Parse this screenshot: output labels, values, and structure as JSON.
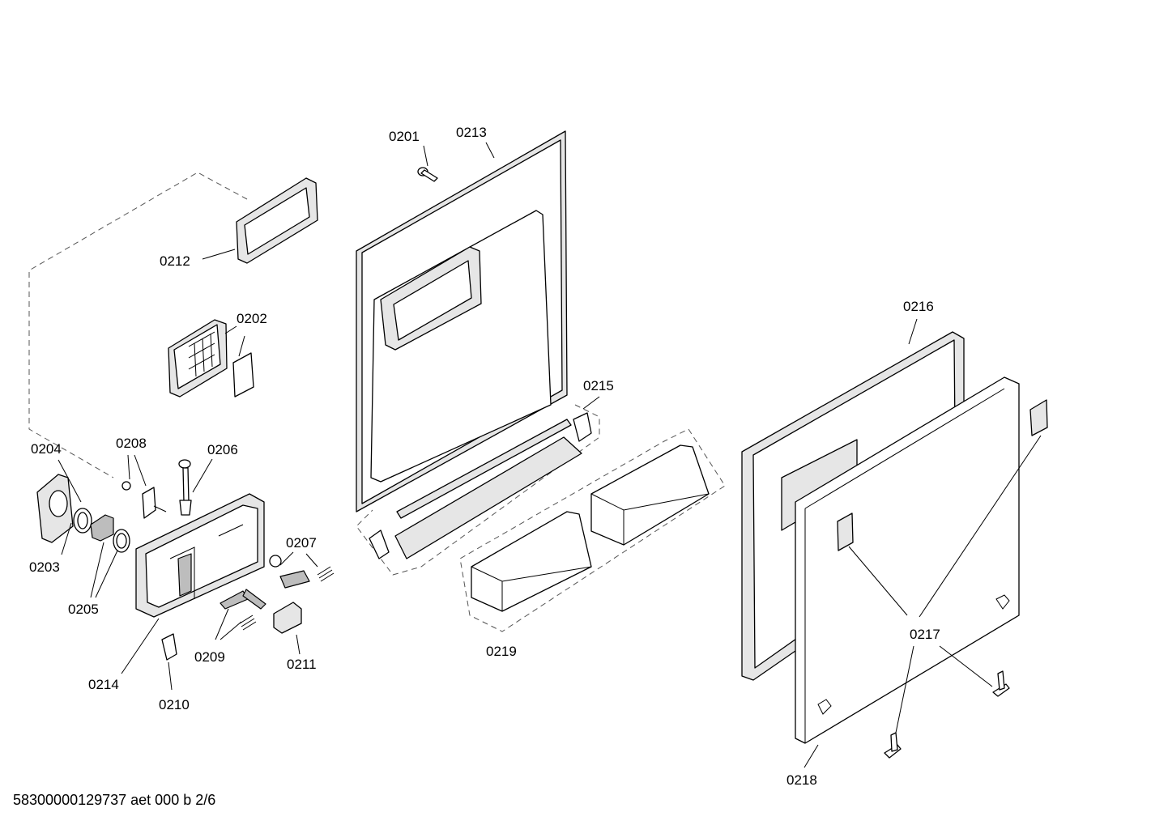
{
  "callouts": {
    "c0201": "0201",
    "c0202": "0202",
    "c0203": "0203",
    "c0204": "0204",
    "c0205": "0205",
    "c0206": "0206",
    "c0207": "0207",
    "c0208": "0208",
    "c0209": "0209",
    "c0210": "0210",
    "c0211": "0211",
    "c0212": "0212",
    "c0213": "0213",
    "c0214": "0214",
    "c0215": "0215",
    "c0216": "0216",
    "c0217": "0217",
    "c0218": "0218",
    "c0219": "0219"
  },
  "footer": {
    "document_id": "58300000129737 aet 000 b 2/6"
  }
}
